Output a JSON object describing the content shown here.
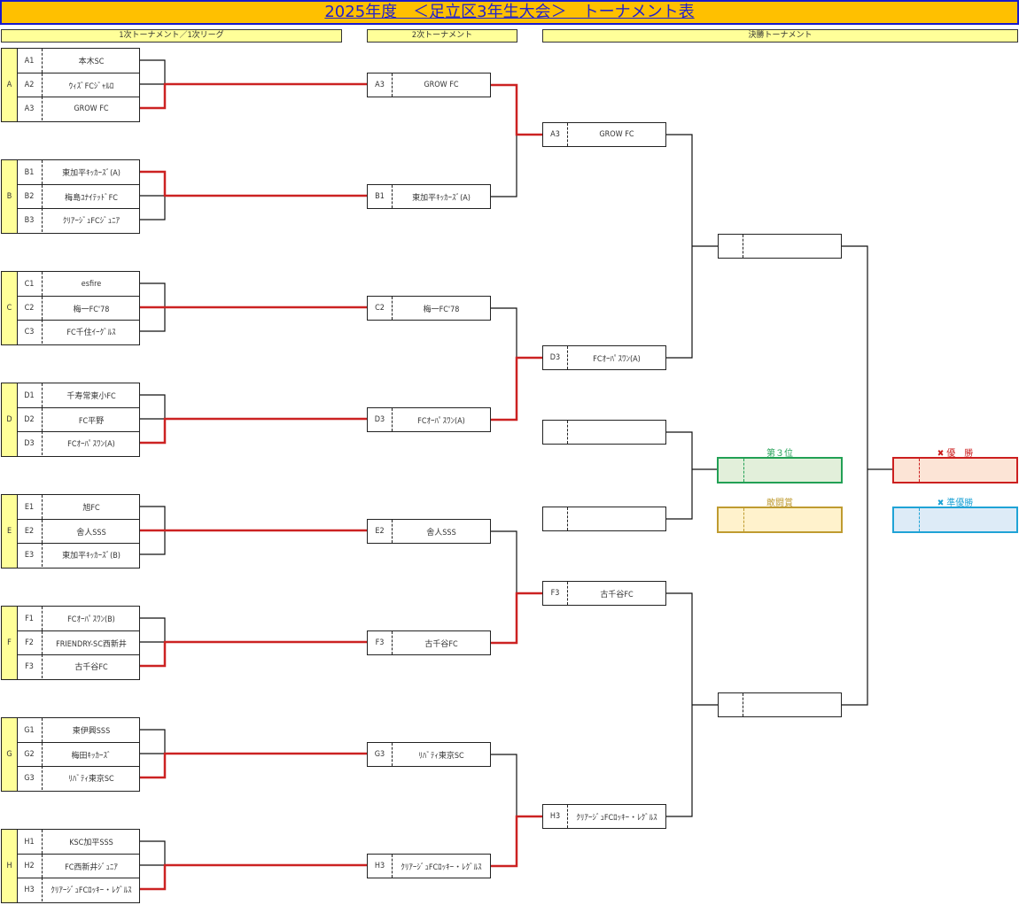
{
  "title": "2025年度　＜足立区3年生大会＞　トーナメント表",
  "section_headers": {
    "round1": "1次トーナメント／1次リーグ",
    "round2": "2次トーナメント",
    "finals": "決勝トーナメント"
  },
  "groups": [
    {
      "letter": "A",
      "teams": [
        {
          "code": "A1",
          "name": "本木SC"
        },
        {
          "code": "A2",
          "name": "ｳｨｽﾞFCｼﾞｬﾙﾛ"
        },
        {
          "code": "A3",
          "name": "GROW FC"
        }
      ],
      "winner_index": 2
    },
    {
      "letter": "B",
      "teams": [
        {
          "code": "B1",
          "name": "東加平ｷｯｶｰｽﾞ(A)"
        },
        {
          "code": "B2",
          "name": "梅島ﾕﾅｲﾃｯﾄﾞFC"
        },
        {
          "code": "B3",
          "name": "ｸﾘｱｰｼﾞｭFCｼﾞｭﾆｱ"
        }
      ],
      "winner_index": 0
    },
    {
      "letter": "C",
      "teams": [
        {
          "code": "C1",
          "name": "esfire"
        },
        {
          "code": "C2",
          "name": "梅一FC'78"
        },
        {
          "code": "C3",
          "name": "FC千住ｲｰｸﾞﾙｽ"
        }
      ],
      "winner_index": 1
    },
    {
      "letter": "D",
      "teams": [
        {
          "code": "D1",
          "name": "千寿常東小FC"
        },
        {
          "code": "D2",
          "name": "FC平野"
        },
        {
          "code": "D3",
          "name": "FCｵｰﾊﾟｽﾜﾝ(A)"
        }
      ],
      "winner_index": 2
    },
    {
      "letter": "E",
      "teams": [
        {
          "code": "E1",
          "name": "旭FC"
        },
        {
          "code": "E2",
          "name": "舎人SSS"
        },
        {
          "code": "E3",
          "name": "東加平ｷｯｶｰｽﾞ(B)"
        }
      ],
      "winner_index": 1
    },
    {
      "letter": "F",
      "teams": [
        {
          "code": "F1",
          "name": "FCｵｰﾊﾟｽﾜﾝ(B)"
        },
        {
          "code": "F2",
          "name": "FRIENDRY-SC西新井"
        },
        {
          "code": "F3",
          "name": "古千谷FC"
        }
      ],
      "winner_index": 2
    },
    {
      "letter": "G",
      "teams": [
        {
          "code": "G1",
          "name": "東伊興SSS"
        },
        {
          "code": "G2",
          "name": "梅田ｷｯｶｰｽﾞ"
        },
        {
          "code": "G3",
          "name": "ﾘﾊﾞﾃｨ東京SC"
        }
      ],
      "winner_index": 2
    },
    {
      "letter": "H",
      "teams": [
        {
          "code": "H1",
          "name": "KSC加平SSS"
        },
        {
          "code": "H2",
          "name": "FC西新井ｼﾞｭﾆｱ"
        },
        {
          "code": "H3",
          "name": "ｸﾘｱｰｼﾞｭFCﾛｯｷｰ・ﾚｸﾞﾙｽ"
        }
      ],
      "winner_index": 2
    }
  ],
  "round2": [
    {
      "code": "A3",
      "name": "GROW FC"
    },
    {
      "code": "B1",
      "name": "東加平ｷｯｶｰｽﾞ(A)"
    },
    {
      "code": "C2",
      "name": "梅一FC'78"
    },
    {
      "code": "D3",
      "name": "FCｵｰﾊﾟｽﾜﾝ(A)"
    },
    {
      "code": "E2",
      "name": "舎人SSS"
    },
    {
      "code": "F3",
      "name": "古千谷FC"
    },
    {
      "code": "G3",
      "name": "ﾘﾊﾞﾃｨ東京SC"
    },
    {
      "code": "H3",
      "name": "ｸﾘｱｰｼﾞｭFCﾛｯｷｰ・ﾚｸﾞﾙｽ"
    }
  ],
  "round3": [
    {
      "code": "A3",
      "name": "GROW FC"
    },
    {
      "code": "D3",
      "name": "FCｵｰﾊﾟｽﾜﾝ(A)"
    },
    {
      "code": "F3",
      "name": "古千谷FC"
    },
    {
      "code": "H3",
      "name": "ｸﾘｱｰｼﾞｭFCﾛｯｷｰ・ﾚｸﾞﾙｽ"
    }
  ],
  "semifinal": [
    {
      "code": "",
      "name": ""
    },
    {
      "code": "",
      "name": ""
    }
  ],
  "third_place_match": [
    {
      "code": "",
      "name": ""
    },
    {
      "code": "",
      "name": ""
    }
  ],
  "awards": {
    "third": {
      "label": "第３位",
      "color": "#22a055",
      "fill": "#e2efda",
      "code": "",
      "name": ""
    },
    "fighting_spirit": {
      "label": "敢闘賞",
      "color": "#bf9b30",
      "fill": "#fff2cc",
      "code": "",
      "name": ""
    },
    "champion": {
      "label": "優　勝",
      "icon": "trophy-icon",
      "color": "#cc1f1f",
      "fill": "#fce4d6",
      "code": "",
      "name": ""
    },
    "runner_up": {
      "label": "準優勝",
      "icon": "trophy-icon",
      "color": "#1fa3d6",
      "fill": "#ddebf7",
      "code": "",
      "name": ""
    }
  },
  "colors": {
    "title_bg": "#ffc000",
    "title_text": "#2222cc",
    "header_bg": "#ffff99",
    "winner_line": "#cc2222",
    "line": "#111111"
  }
}
